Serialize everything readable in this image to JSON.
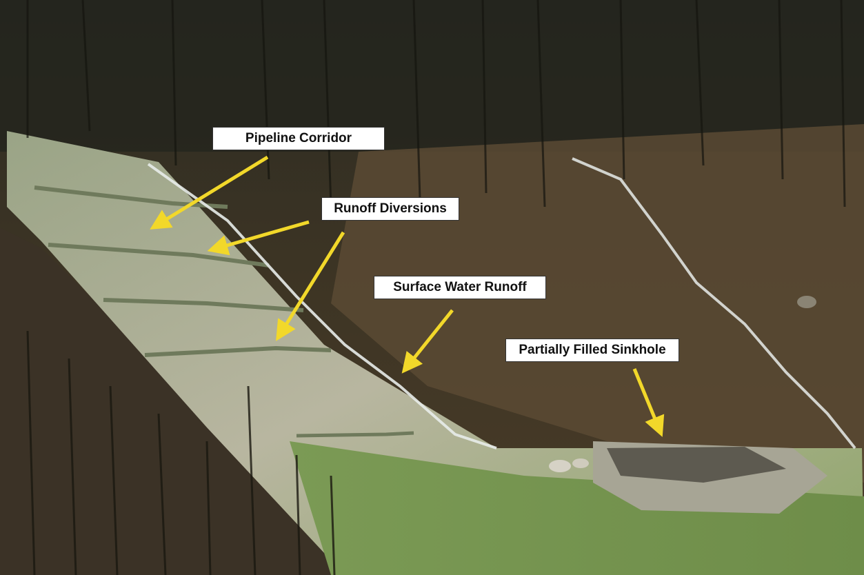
{
  "image": {
    "subject": "aerial photo hillside pipeline",
    "labels": [
      {
        "text": "Pipeline Corridor"
      },
      {
        "text": "Runoff Diversions"
      },
      {
        "text": "Surface Water Runoff"
      },
      {
        "text": "Partially Filled Sinkhole"
      }
    ],
    "arrow_color": "#f2d82a",
    "label_bg": "#ffffff"
  }
}
